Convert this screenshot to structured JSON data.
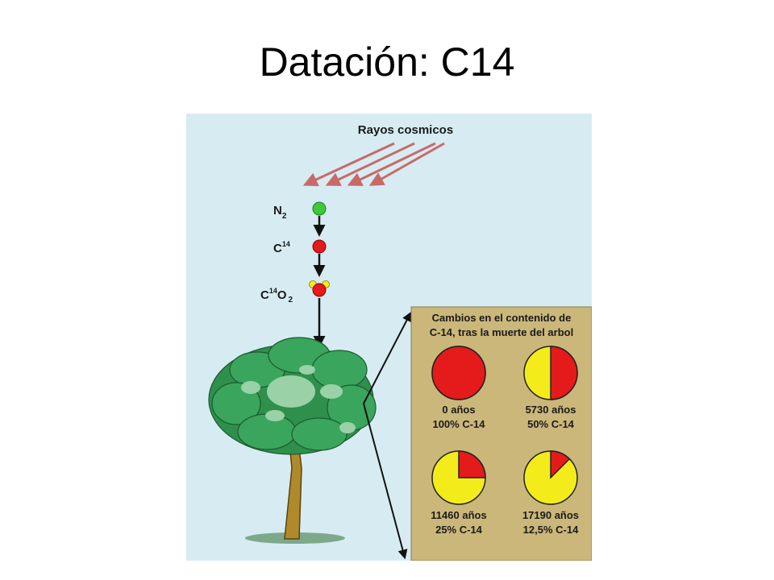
{
  "slide": {
    "title": "Datación: C14"
  },
  "diagram": {
    "cosmic_label": "Rayos cosmicos",
    "n2": {
      "base": "N",
      "sub": "2"
    },
    "c14": {
      "base": "C",
      "sup": "14"
    },
    "co2": {
      "c": "C",
      "sup": "14",
      "o": "O",
      "sub": "2"
    },
    "panel": {
      "title_line1": "Cambios en el contenido de",
      "title_line2": "C-14, tras la muerte del arbol",
      "items": [
        {
          "years": "0 años",
          "percent": "100% C-14",
          "fraction": 1.0
        },
        {
          "years": "5730 años",
          "percent": "50% C-14",
          "fraction": 0.5
        },
        {
          "years": "11460 años",
          "percent": "25% C-14",
          "fraction": 0.25
        },
        {
          "years": "17190 años",
          "percent": "12,5% C-14",
          "fraction": 0.125
        }
      ]
    },
    "colors": {
      "sky": "#d6ecf2",
      "panel": "#cbb77a",
      "c14_red": "#e51a1a",
      "remaining_yellow": "#f4ec1a",
      "n2_green": "#3ec93a",
      "ray_arrow": "#c86a6a",
      "foliage": "#2f8f4c"
    }
  }
}
